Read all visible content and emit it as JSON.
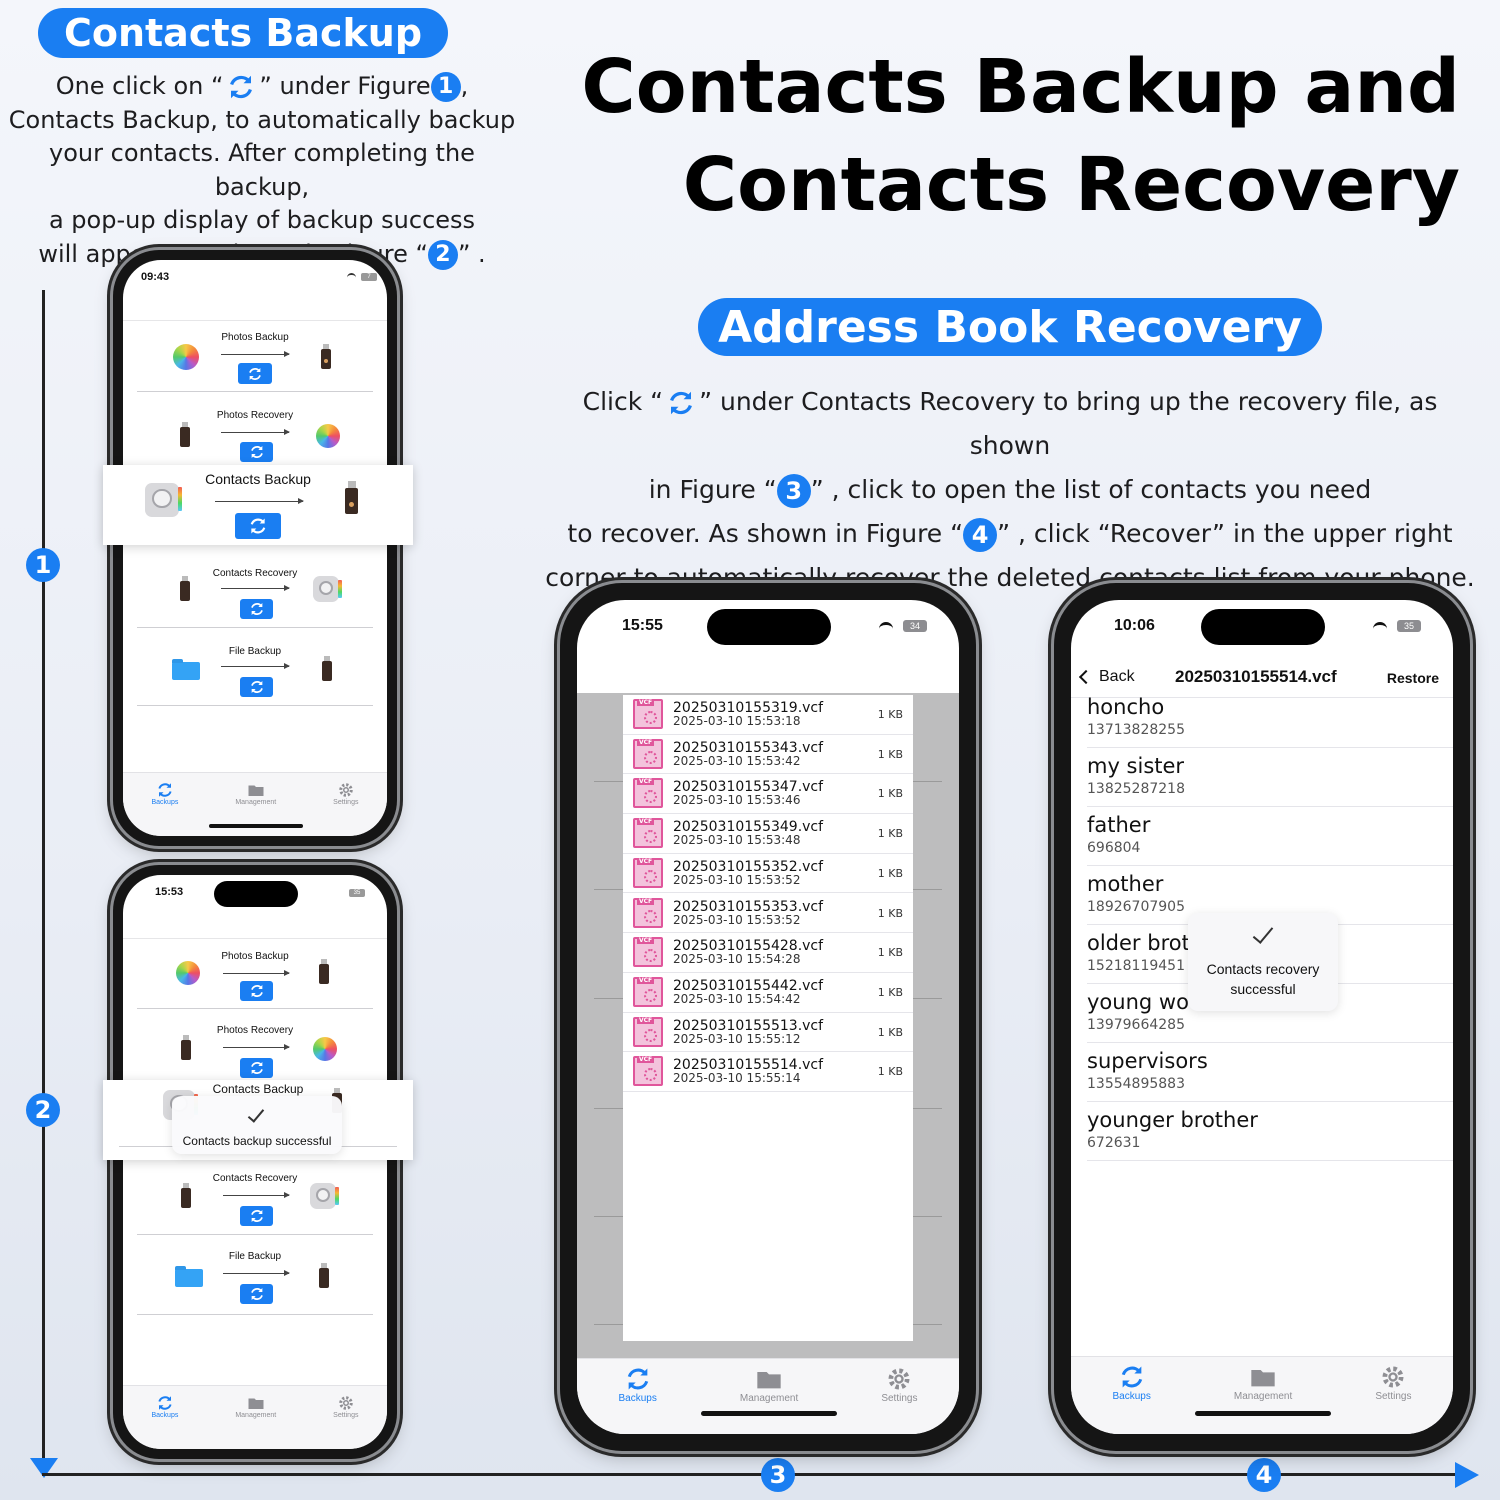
{
  "header": {
    "title_line1": "Contacts Backup and",
    "title_line2": "Contacts Recovery"
  },
  "left_section": {
    "pill": "Contacts Backup",
    "p1_a": "One click on “",
    "p1_b": "” under Figure",
    "p1_c": ",",
    "p2": "Contacts Backup, to automatically backup",
    "p3": "your contacts. After completing the backup,",
    "p4": "a pop-up display of backup success",
    "p5_a": "will appear, as shown in Figure “",
    "p5_b": "” ."
  },
  "right_section": {
    "pill": "Address Book Recovery",
    "l1_a": "Click “",
    "l1_b": "” under Contacts Recovery to bring up the recovery file, as shown",
    "l2_a": "in Figure “",
    "l2_b": "” , click to open the list of contacts you need",
    "l3_a": "to recover. As shown in Figure “",
    "l3_b": "” , click “Recover” in the upper right",
    "l4": "corner to automatically recover the deleted contacts list from your phone."
  },
  "figures": [
    "1",
    "2",
    "3",
    "4"
  ],
  "colors": {
    "accent": "#1a7ef2",
    "vcf": "#e0569b"
  },
  "phone1": {
    "time": "09:43",
    "battery": "7",
    "rows": [
      {
        "title": "Photos Backup",
        "left_icon": "photos-icon",
        "right_icon": "usb-drive-icon"
      },
      {
        "title": "Photos Recovery",
        "left_icon": "usb-drive-icon",
        "right_icon": "photos-icon"
      },
      {
        "title": "Contacts Backup",
        "left_icon": "contacts-icon",
        "right_icon": "usb-drive-icon"
      },
      {
        "title": "Contacts Recovery",
        "left_icon": "usb-drive-icon",
        "right_icon": "contacts-icon"
      },
      {
        "title": "File Backup",
        "left_icon": "folder-icon",
        "right_icon": "usb-drive-icon"
      }
    ]
  },
  "phone2": {
    "time": "15:53",
    "battery": "35",
    "rows": [
      {
        "title": "Photos Backup"
      },
      {
        "title": "Photos Recovery"
      },
      {
        "title": "Contacts Backup"
      },
      {
        "title": "Contacts Recovery"
      },
      {
        "title": "File Backup"
      }
    ],
    "toast": "Contacts backup successful"
  },
  "phone3": {
    "time": "15:55",
    "battery": "34",
    "files": [
      {
        "name": "20250310155319.vcf",
        "date": "2025-03-10 15:53:18",
        "size": "1 KB"
      },
      {
        "name": "20250310155343.vcf",
        "date": "2025-03-10 15:53:42",
        "size": "1 KB"
      },
      {
        "name": "20250310155347.vcf",
        "date": "2025-03-10 15:53:46",
        "size": "1 KB"
      },
      {
        "name": "20250310155349.vcf",
        "date": "2025-03-10 15:53:48",
        "size": "1 KB"
      },
      {
        "name": "20250310155352.vcf",
        "date": "2025-03-10 15:53:52",
        "size": "1 KB"
      },
      {
        "name": "20250310155353.vcf",
        "date": "2025-03-10 15:53:52",
        "size": "1 KB"
      },
      {
        "name": "20250310155428.vcf",
        "date": "2025-03-10 15:54:28",
        "size": "1 KB"
      },
      {
        "name": "20250310155442.vcf",
        "date": "2025-03-10 15:54:42",
        "size": "1 KB"
      },
      {
        "name": "20250310155513.vcf",
        "date": "2025-03-10 15:55:12",
        "size": "1 KB"
      },
      {
        "name": "20250310155514.vcf",
        "date": "2025-03-10 15:55:14",
        "size": "1 KB"
      }
    ]
  },
  "phone4": {
    "time": "10:06",
    "battery": "35",
    "back": "Back",
    "title": "20250310155514.vcf",
    "restore": "Restore",
    "contacts": [
      {
        "name": "honcho",
        "phone": "13713828255"
      },
      {
        "name": "my sister",
        "phone": "13825287218"
      },
      {
        "name": "father",
        "phone": "696804"
      },
      {
        "name": "mother",
        "phone": "18926707905"
      },
      {
        "name": "older brot",
        "phone": "15218119451"
      },
      {
        "name": "young wo",
        "phone": "13979664285"
      },
      {
        "name": "supervisors",
        "phone": "13554895883"
      },
      {
        "name": "younger brother",
        "phone": "672631"
      }
    ],
    "toast_line1": "Contacts recovery",
    "toast_line2": "successful"
  },
  "tabs": {
    "backups": "Backups",
    "management": "Management",
    "settings": "Settings"
  }
}
